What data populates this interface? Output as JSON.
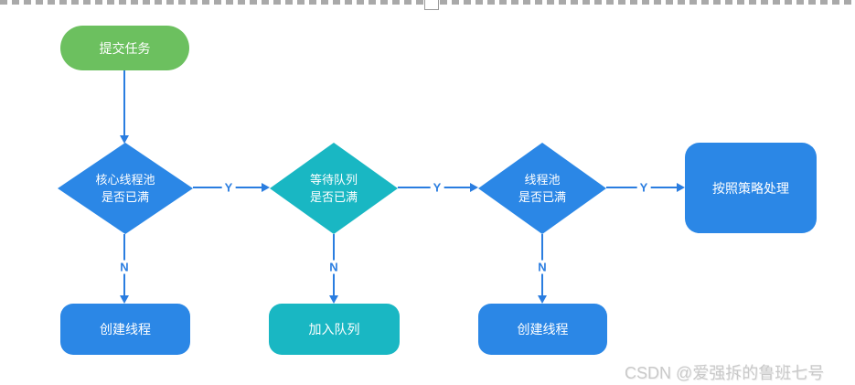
{
  "colors": {
    "blue": "#2b87e6",
    "teal": "#19b7c3",
    "green": "#6cc05f",
    "arrow": "#2a7de0",
    "wm": "#c9c9c9",
    "dash": "#a9a9a9"
  },
  "nodes": {
    "start": {
      "label": "提交任务"
    },
    "d1": {
      "line1": "核心线程池",
      "line2": "是否已满"
    },
    "d2": {
      "line1": "等待队列",
      "line2": "是否已满"
    },
    "d3": {
      "line1": "线程池",
      "line2": "是否已满"
    },
    "policy": {
      "label": "按照策略处理"
    },
    "create1": {
      "label": "创建线程"
    },
    "queue": {
      "label": "加入队列"
    },
    "create2": {
      "label": "创建线程"
    }
  },
  "edges": {
    "y1": "Y",
    "y2": "Y",
    "y3": "Y",
    "n1": "N",
    "n2": "N",
    "n3": "N"
  },
  "watermark": "CSDN @爱强拆的鲁班七号"
}
